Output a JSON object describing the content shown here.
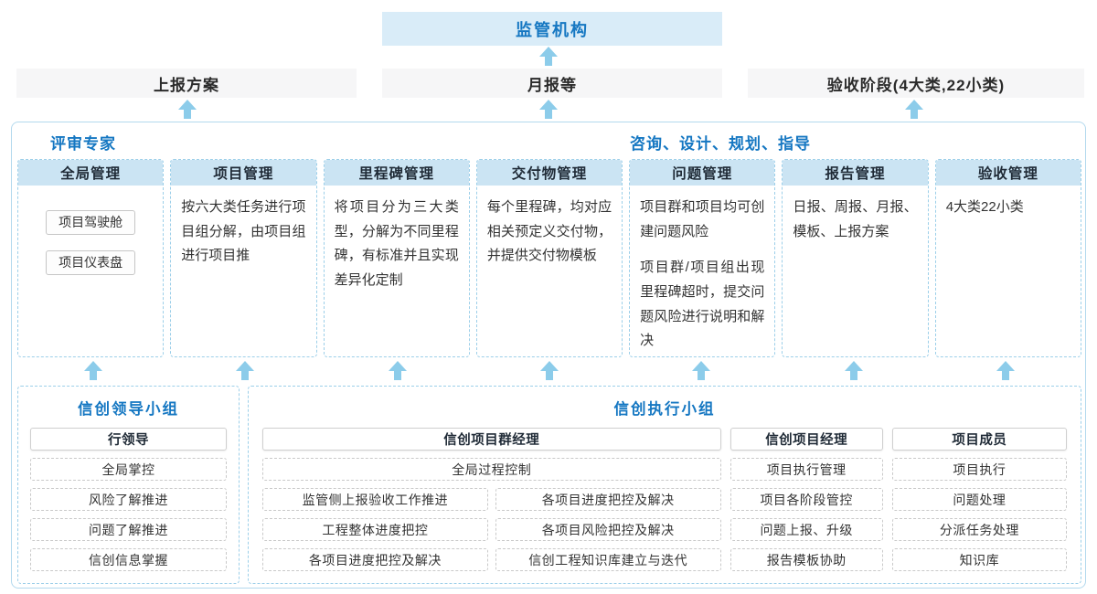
{
  "colors": {
    "accent_blue": "#1577c2",
    "column_header_bg": "#cbe4f3",
    "regulator_bg": "#d9ecf8",
    "output_bg": "#f6f6f7",
    "arrow": "#8cccea",
    "dashed_border": "#9ccfe9"
  },
  "top": {
    "regulator_label": "监管机构",
    "outputs": [
      {
        "label": "上报方案"
      },
      {
        "label": "月报等"
      },
      {
        "label": "验收阶段(4大类,22小类)"
      }
    ]
  },
  "middle": {
    "left_title": "评审专家",
    "right_title": "咨询、设计、规划、指导",
    "columns": [
      {
        "header": "全局管理",
        "items": [
          "项目驾驶舱",
          "项目仪表盘"
        ]
      },
      {
        "header": "项目管理",
        "text": "按六大类任务进行项目组分解，由项目组进行项目推"
      },
      {
        "header": "里程碑管理",
        "text": "将项目分为三大类型，分解为不同里程碑，有标准并且实现差异化定制"
      },
      {
        "header": "交付物管理",
        "text": "每个里程碑，均对应相关预定义交付物，并提供交付物模板"
      },
      {
        "header": "问题管理",
        "paragraphs": [
          "项目群和项目均可创建问题风险",
          "项目群/项目组出现里程碑超时，提交问题风险进行说明和解决"
        ]
      },
      {
        "header": "报告管理",
        "text": "日报、周报、月报、模板、上报方案"
      },
      {
        "header": "验收管理",
        "text": "4大类22小类"
      }
    ]
  },
  "bottom": {
    "leader_group": {
      "title": "信创领导小组",
      "role": "行领导",
      "items": [
        "全局掌控",
        "风险了解推进",
        "问题了解推进",
        "信创信息掌握"
      ]
    },
    "exec_group": {
      "title": "信创执行小组",
      "program_manager": {
        "role": "信创项目群经理",
        "full_width_item": "全局过程控制",
        "left_items": [
          "监管侧上报验收工作推进",
          "工程整体进度把控",
          "各项目进度把控及解决"
        ],
        "right_items": [
          "各项目进度把控及解决",
          "各项目风险把控及解决",
          "信创工程知识库建立与迭代"
        ]
      },
      "project_manager": {
        "role": "信创项目经理",
        "items": [
          "项目执行管理",
          "项目各阶段管控",
          "问题上报、升级",
          "报告模板协助"
        ]
      },
      "member": {
        "role": "项目成员",
        "items": [
          "项目执行",
          "问题处理",
          "分派任务处理",
          "知识库"
        ]
      }
    }
  }
}
